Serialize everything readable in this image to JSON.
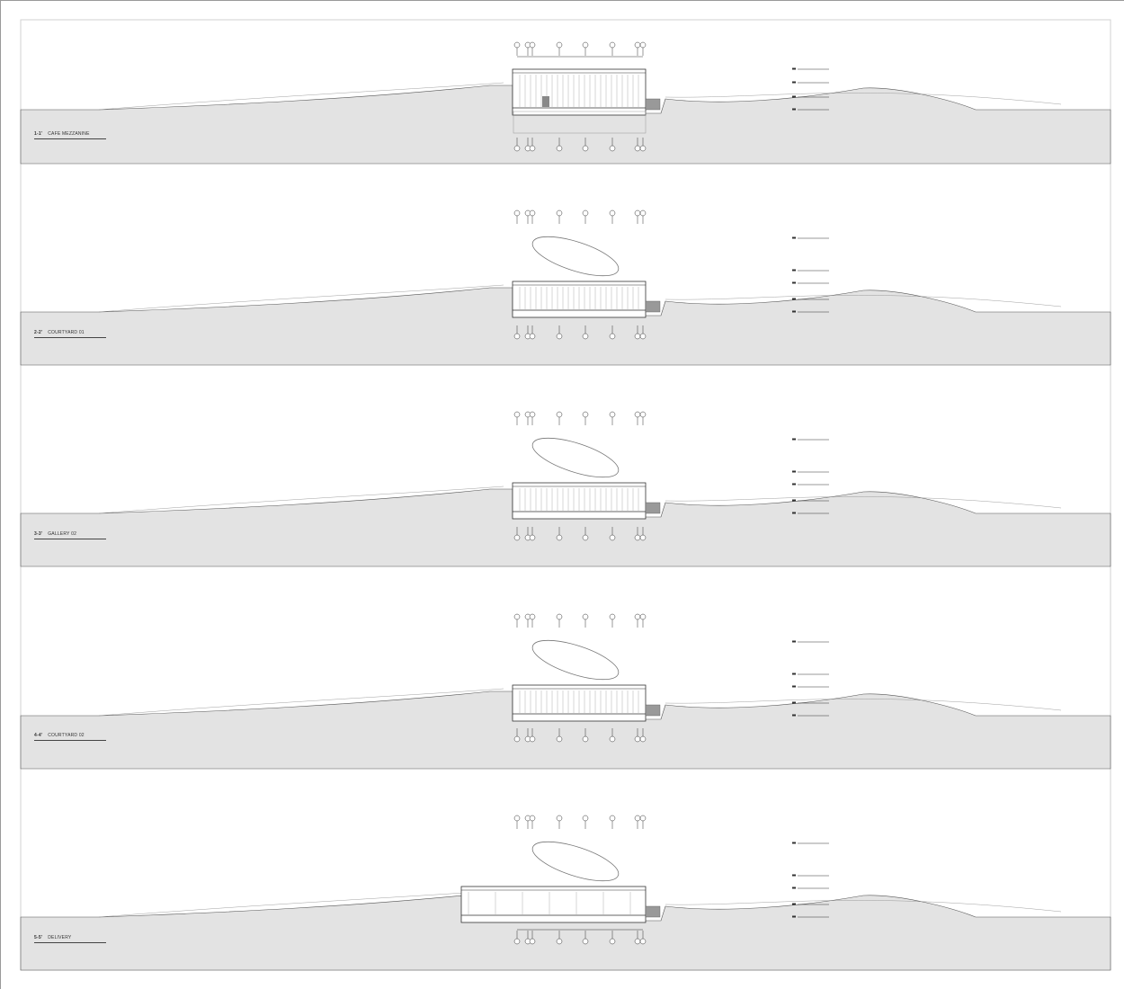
{
  "sections": [
    {
      "number": "1-1'",
      "title": "CAFE MEZZANINE",
      "roof": false
    },
    {
      "number": "2-2'",
      "title": "COURTYARD 01",
      "roof": true
    },
    {
      "number": "3-3'",
      "title": "GALLERY 02",
      "roof": true
    },
    {
      "number": "4-4'",
      "title": "COURTYARD 02",
      "roof": true
    },
    {
      "number": "5-5'",
      "title": "DELIVERY",
      "roof": true
    }
  ],
  "colors": {
    "ground": "#e3e3e3",
    "line": "#555555",
    "frame": "#cfcfcf"
  }
}
